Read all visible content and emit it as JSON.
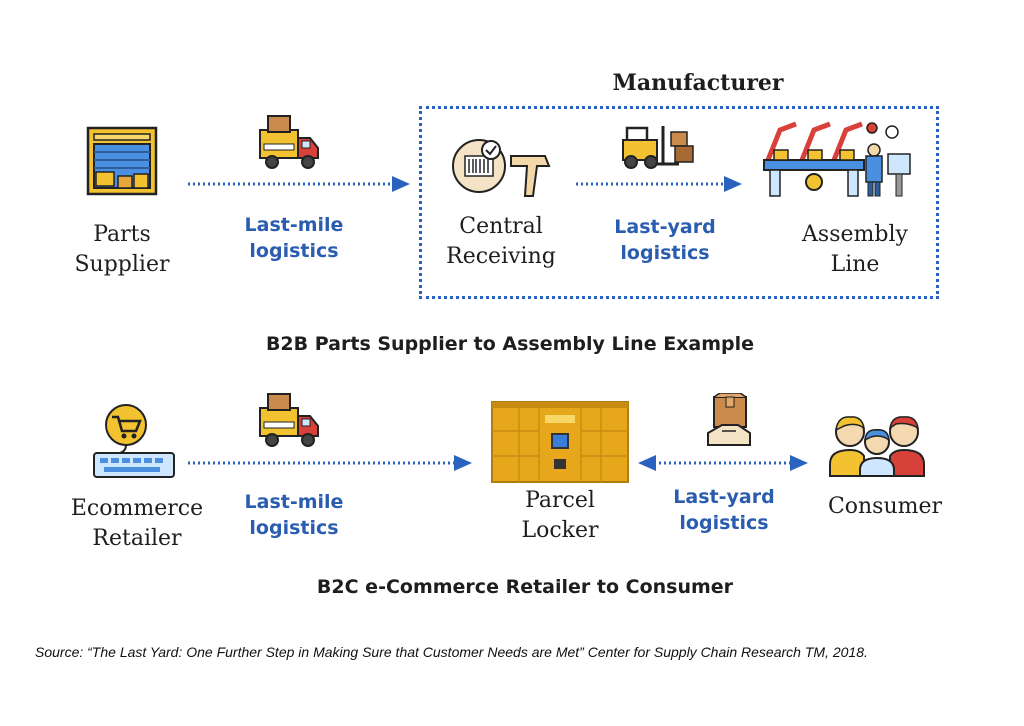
{
  "b2b": {
    "manufacturer_label": "Manufacturer",
    "parts_supplier": {
      "line1": "Parts",
      "line2": "Supplier"
    },
    "last_mile": {
      "line1": "Last-mile",
      "line2": "logistics"
    },
    "central_receiving": {
      "line1": "Central",
      "line2": "Receiving"
    },
    "last_yard": {
      "line1": "Last-yard",
      "line2": "logistics"
    },
    "assembly_line": {
      "line1": "Assembly",
      "line2": "Line"
    },
    "caption": "B2B Parts Supplier to Assembly Line Example"
  },
  "b2c": {
    "ecommerce_retailer": {
      "line1": "Ecommerce",
      "line2": "Retailer"
    },
    "last_mile": {
      "line1": "Last-mile",
      "line2": "logistics"
    },
    "parcel_locker": {
      "line1": "Parcel",
      "line2": "Locker"
    },
    "last_yard": {
      "line1": "Last-yard",
      "line2": "logistics"
    },
    "consumer": "Consumer",
    "caption": "B2C e-Commerce Retailer to Consumer"
  },
  "source": "Source: “The Last Yard: One Further Step in Making Sure that Customer Needs are Met” Center for Supply Chain Research TM,  2018.",
  "colors": {
    "arrow": "#2a62c0",
    "label_blue": "#2a5db0",
    "box_border": "#2a62c0",
    "icon_yellow": "#f2c230",
    "icon_red": "#d8403a"
  }
}
